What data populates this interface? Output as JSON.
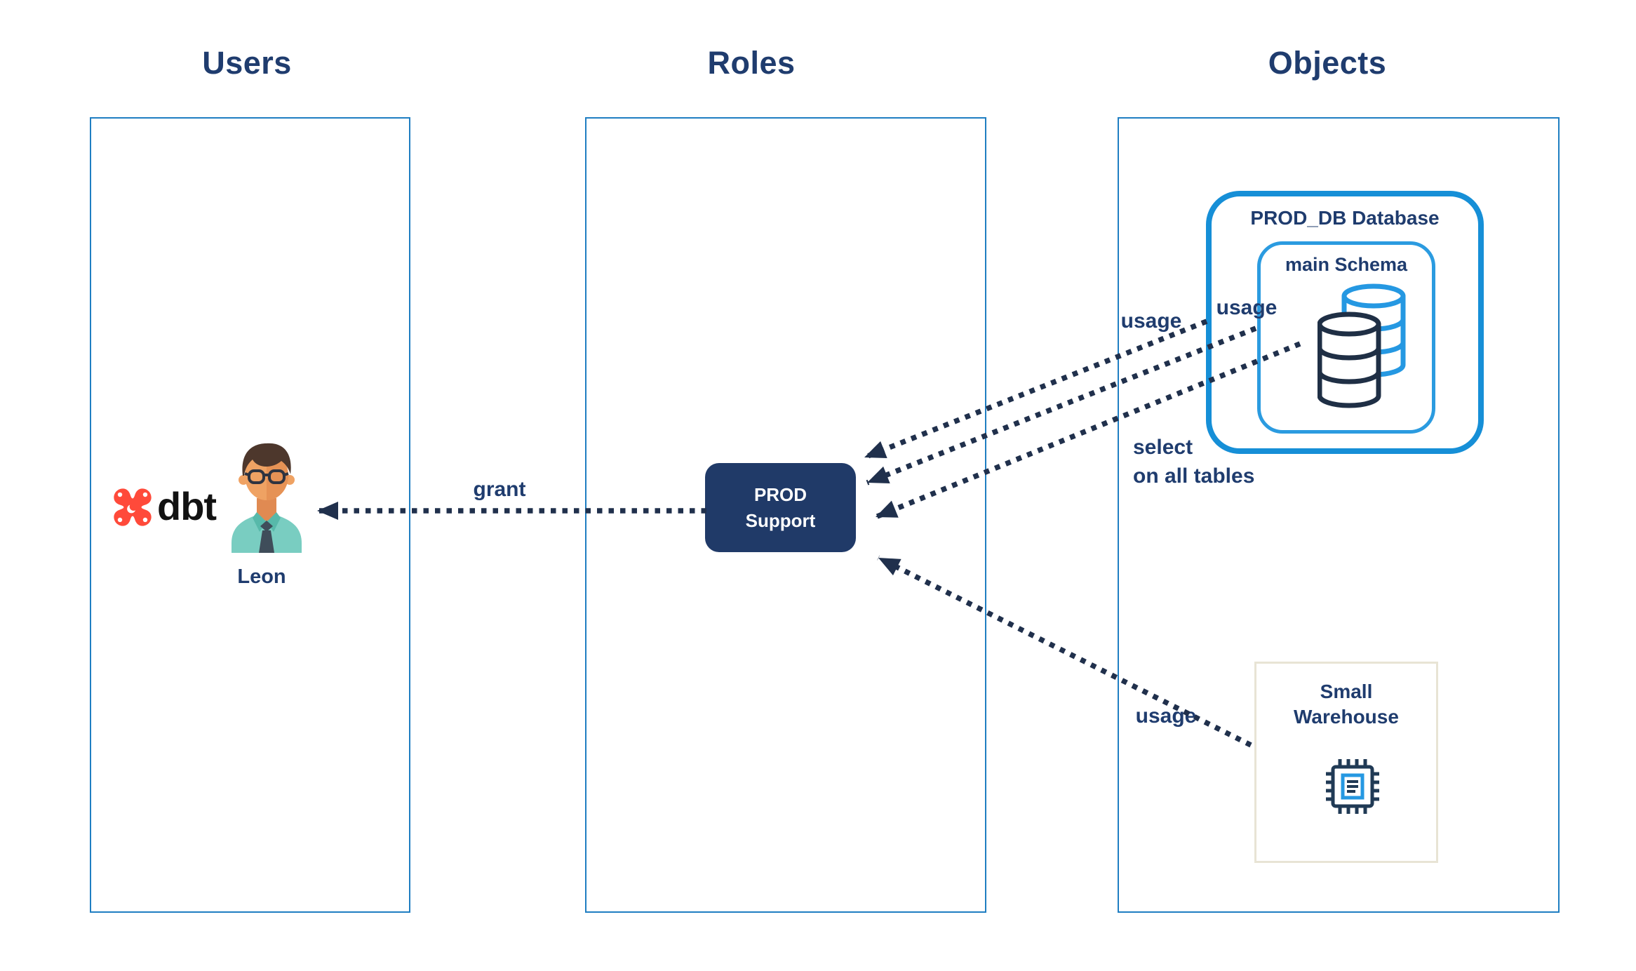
{
  "columns": {
    "users": {
      "title": "Users"
    },
    "roles": {
      "title": "Roles"
    },
    "objects": {
      "title": "Objects"
    }
  },
  "users_column": {
    "dbt_text": "dbt",
    "user_name": "Leon"
  },
  "roles_column": {
    "role_line1": "PROD",
    "role_line2": "Support"
  },
  "objects_column": {
    "database_title": "PROD_DB Database",
    "schema_title": "main Schema",
    "warehouse_line1": "Small",
    "warehouse_line2": "Warehouse"
  },
  "edges": {
    "grant": "grant",
    "usage_database": "usage",
    "usage_schema": "usage",
    "select_line1": "select",
    "select_line2": "on all tables",
    "usage_warehouse": "usage"
  },
  "icons": {
    "dbt_logo": "dbt-star-icon",
    "user": "user-avatar",
    "schema_contents": "database-cylinders-icon",
    "warehouse": "cpu-chip-icon"
  },
  "colors": {
    "text_navy": "#1f3c6e",
    "column_border_blue": "#1f7ec2",
    "database_border_blue": "#168fd7",
    "schema_border_blue": "#2b9be0",
    "role_fill_navy": "#203a68",
    "arrow_navy": "#20304c",
    "dbt_orange": "#ff4a3a",
    "warehouse_border_beige": "#e8e4d5",
    "icon_dark": "#1f2f45",
    "icon_blue": "#2598e2"
  }
}
